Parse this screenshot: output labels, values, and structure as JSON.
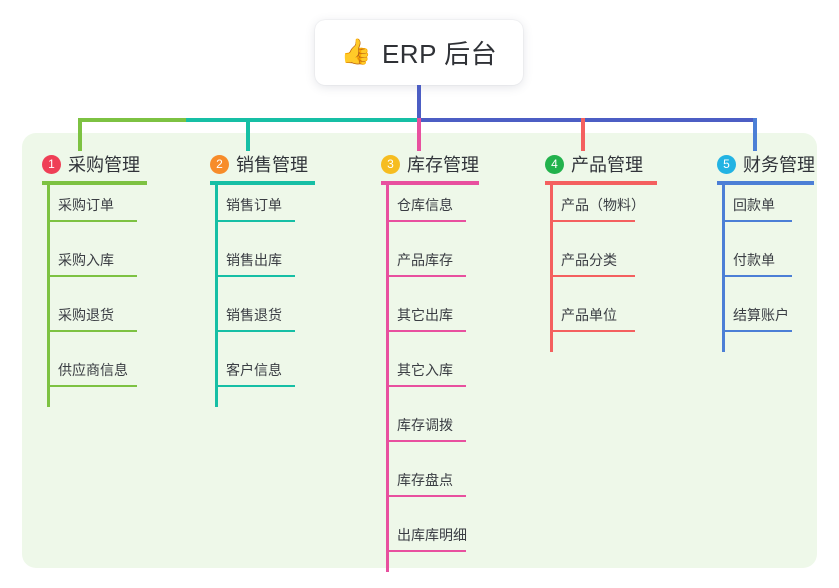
{
  "diagram": {
    "title": "ERP 后台",
    "root": {
      "icon": "thumbs-up-emoji",
      "glyph": "👍",
      "label": "ERP 后台"
    },
    "panel_color": "#eef8e9",
    "root_stem_color": "#4c5ec4",
    "branches": [
      {
        "number": "1",
        "label": "采购管理",
        "badge_color": "#ef3f56",
        "line_color": "#7dc242",
        "items": [
          "采购订单",
          "采购入库",
          "采购退货",
          "供应商信息"
        ]
      },
      {
        "number": "2",
        "label": "销售管理",
        "badge_color": "#f78c2a",
        "line_color": "#16bfa5",
        "items": [
          "销售订单",
          "销售出库",
          "销售退货",
          "客户信息"
        ]
      },
      {
        "number": "3",
        "label": "库存管理",
        "badge_color": "#f6bd20",
        "line_color": "#e8509f",
        "items": [
          "仓库信息",
          "产品库存",
          "其它出库",
          "其它入库",
          "库存调拨",
          "库存盘点",
          "出库库明细"
        ]
      },
      {
        "number": "4",
        "label": "产品管理",
        "badge_color": "#22b24c",
        "line_color": "#f4605f",
        "items": [
          "产品（物料）",
          "产品分类",
          "产品单位"
        ]
      },
      {
        "number": "5",
        "label": "财务管理",
        "badge_color": "#22b3e3",
        "line_color": "#4c7fd6",
        "items": [
          "回款单",
          "付款单",
          "结算账户"
        ]
      }
    ],
    "connector_segments": [
      {
        "name": "segment-green",
        "color": "#7dc242"
      },
      {
        "name": "segment-teal",
        "color": "#16bfa5"
      },
      {
        "name": "segment-blue",
        "color": "#4c5ec4"
      }
    ]
  }
}
